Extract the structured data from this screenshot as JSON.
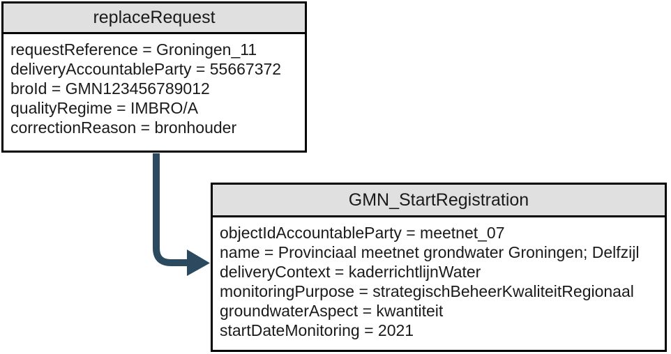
{
  "diagram": {
    "background_color": "#ffffff",
    "header_bg_color": "#e0e0e0",
    "border_color": "#000000",
    "arrow_color": "#2b4a60",
    "boxes": [
      {
        "id": "replaceRequest",
        "title": "replaceRequest",
        "fields": [
          "requestReference = Groningen_11",
          "deliveryAccountableParty = 55667372",
          "broId = GMN123456789012",
          "qualityRegime = IMBRO/A",
          "correctionReason = bronhouder"
        ]
      },
      {
        "id": "GMN_StartRegistration",
        "title": "GMN_StartRegistration",
        "fields": [
          "objectIdAccountableParty = meetnet_07",
          "name = Provinciaal meetnet grondwater Groningen; Delfzijl",
          "deliveryContext = kaderrichtlijnWater",
          "monitoringPurpose = strategischBeheerKwaliteitRegionaal",
          "groundwaterAspect = kwantiteit",
          "startDateMonitoring = 2021"
        ]
      }
    ],
    "arrow": {
      "from": "replaceRequest",
      "to": "GMN_StartRegistration",
      "shape": "elbow-down-right"
    }
  }
}
